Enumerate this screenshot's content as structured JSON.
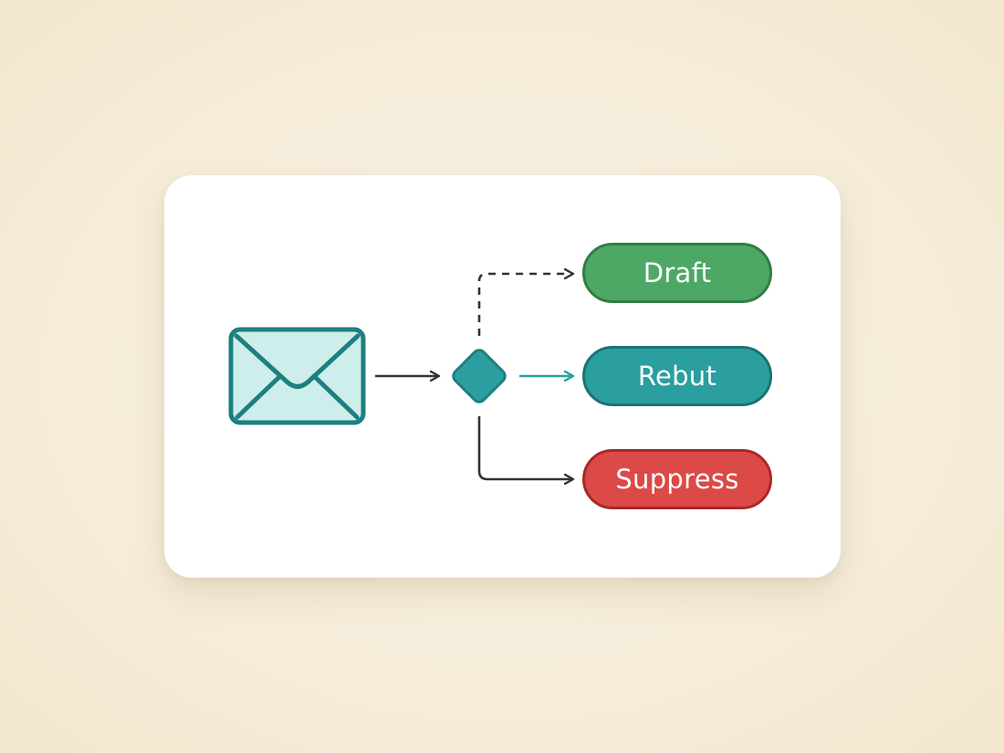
{
  "diagram": {
    "source": {
      "icon": "envelope-icon"
    },
    "decision": {
      "icon": "diamond-decision-node"
    },
    "outcomes": [
      {
        "label": "Draft",
        "color": "#4ea865",
        "connector": "dashed"
      },
      {
        "label": "Rebut",
        "color": "#2b9e9f",
        "connector": "solid-teal"
      },
      {
        "label": "Suppress",
        "color": "#db4a46",
        "connector": "solid"
      }
    ]
  },
  "colors": {
    "teal": "#2b9e9f",
    "teal_dark": "#1e7f80",
    "envelope_fill": "#cdeeea",
    "arrow": "#2f3437",
    "card": "#ffffff"
  }
}
